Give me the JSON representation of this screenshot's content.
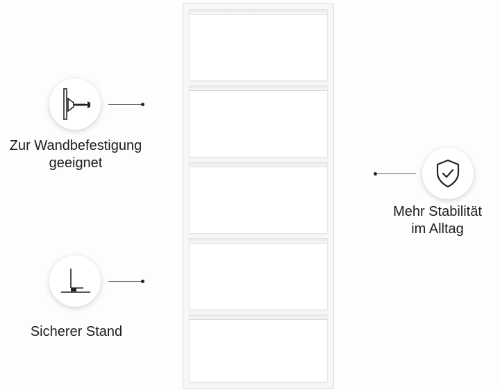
{
  "features": {
    "wall_mount": {
      "line1": "Zur Wandbefestigung",
      "line2": "geeignet",
      "icon": "wall-anchor-screw-icon"
    },
    "stability": {
      "line1": "Mehr Stabilität",
      "line2": "im Alltag",
      "icon": "shield-check-icon"
    },
    "stand": {
      "line1": "Sicherer Stand",
      "icon": "floor-stand-icon"
    }
  },
  "product": {
    "flap_count": 5,
    "color": "#ffffff"
  }
}
